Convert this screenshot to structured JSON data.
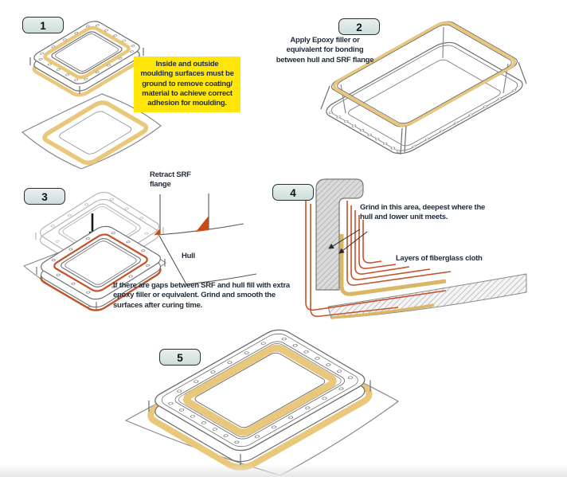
{
  "title": "SRF flange to hull bonding instructions",
  "colors": {
    "text": "#232e3b",
    "note_background": "#ffe608",
    "badge_background": "#cddedb",
    "epoxy_gold": "#e9c87c",
    "filler_gold": "#d9b765",
    "fiberglass_orange": "#c4532a",
    "filler_wedge_orange": "#cc4a12",
    "outline_gray": "#6f6f6f"
  },
  "steps": {
    "s1": {
      "badge": "1",
      "note": "Inside and outside\nmoulding surfaces must be\nground to remove coating/\nmaterial to achieve correct\nadhesion for moulding."
    },
    "s2": {
      "badge": "2",
      "caption": "Apply Epoxy filler or\nequivalent for bonding\nbetween hull and SRF flange"
    },
    "s3": {
      "badge": "3",
      "label_retract": "Retract SRF\nflange",
      "label_hull": "Hull",
      "note": "If there are gaps between SRF and hull fill with extra\nepoxy filler or equivalent. Grind and smooth the\nsurfaces after curing time."
    },
    "s4": {
      "badge": "4",
      "label_grind": "Grind in this area, deepest where the\nhull and lower unit meets.",
      "label_layers": "Layers of fiberglass cloth"
    },
    "s5": {
      "badge": "5"
    }
  }
}
